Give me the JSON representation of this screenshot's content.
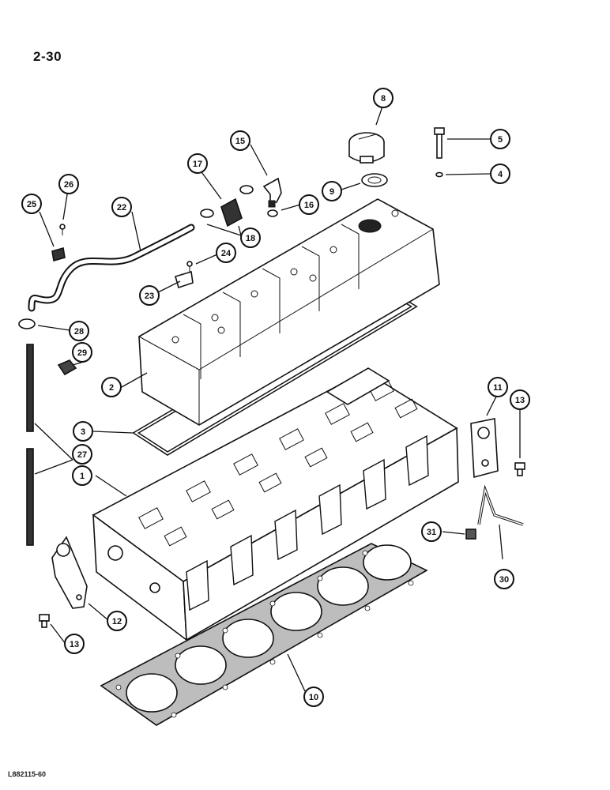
{
  "page": {
    "page_number": "2-30",
    "figure_code": "L882115-60"
  },
  "callouts": [
    {
      "id": "c1",
      "label": "1"
    },
    {
      "id": "c2",
      "label": "2"
    },
    {
      "id": "c3",
      "label": "3"
    },
    {
      "id": "c4",
      "label": "4"
    },
    {
      "id": "c5",
      "label": "5"
    },
    {
      "id": "c8",
      "label": "8"
    },
    {
      "id": "c9",
      "label": "9"
    },
    {
      "id": "c10",
      "label": "10"
    },
    {
      "id": "c11",
      "label": "11"
    },
    {
      "id": "c12",
      "label": "12"
    },
    {
      "id": "c13a",
      "label": "13"
    },
    {
      "id": "c13b",
      "label": "13"
    },
    {
      "id": "c15",
      "label": "15"
    },
    {
      "id": "c16",
      "label": "16"
    },
    {
      "id": "c17",
      "label": "17"
    },
    {
      "id": "c18",
      "label": "18"
    },
    {
      "id": "c22",
      "label": "22"
    },
    {
      "id": "c23",
      "label": "23"
    },
    {
      "id": "c24",
      "label": "24"
    },
    {
      "id": "c25",
      "label": "25"
    },
    {
      "id": "c26",
      "label": "26"
    },
    {
      "id": "c27",
      "label": "27"
    },
    {
      "id": "c28",
      "label": "28"
    },
    {
      "id": "c29",
      "label": "29"
    },
    {
      "id": "c30",
      "label": "30"
    },
    {
      "id": "c31",
      "label": "31"
    }
  ]
}
